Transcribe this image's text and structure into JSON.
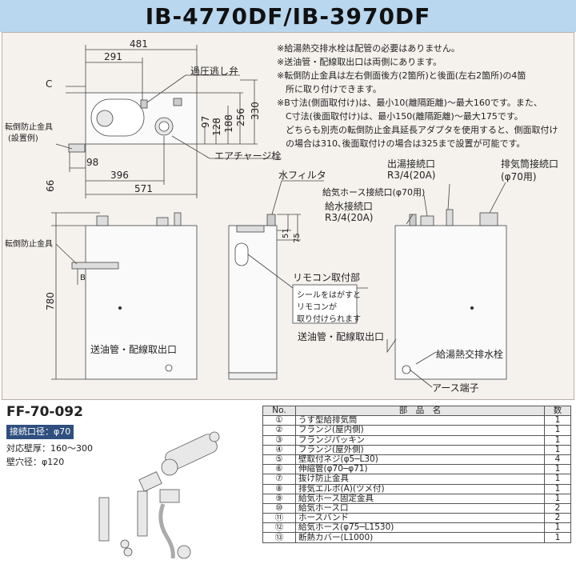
{
  "title": "IB-4770DF/IB-3970DF",
  "notes": [
    "※給湯熱交排水栓は配管の必要はありません。",
    "※送油管・配線取出口は両側にあります。",
    "※転倒防止金具は左右側面後方(2箇所)と後面(左右2箇所)の4箇",
    "　所に取り付けできます。",
    "※B寸法(側面取付け)は、最小10(離隔距離)～最大160です。また、",
    "　C寸法(後面取付け)は、最小150(離隔距離)～最大175です。",
    "　どちらも別売の転倒防止金具延長アダプタを使用すると、側面取付け",
    "　の場合は310､後面取付けの場合は325まで設置が可能です。"
  ],
  "top_view": {
    "dim_481": "481",
    "dim_291": "291",
    "dim_c": "C",
    "dim_98": "98",
    "dim_396": "396",
    "dim_571": "571",
    "dim_97": "97",
    "dim_128": "128",
    "dim_188": "188",
    "dim_256": "256",
    "dim_330": "330",
    "label_relief": "過圧逃し弁",
    "label_bracket": "転倒防止金具",
    "label_bracket_sub": "(設置例)",
    "label_air": "エアチャージ栓"
  },
  "front_view": {
    "dim_66": "66",
    "dim_780": "780",
    "dim_b": "B",
    "label_bracket": "転倒防止金具",
    "label_outlet": "送油管・配線取出口"
  },
  "side_view": {
    "label_filter": "水フィルタ",
    "dim_51": "51",
    "dim_75": "75",
    "label_remote": "リモコン取付部",
    "label_sticker_1": "シールをはがすと",
    "label_sticker_2": "リモコンが",
    "label_sticker_3": "取り付けられます"
  },
  "rear_view": {
    "label_hot_out": "出湯接続口",
    "label_hot_out_size": "R3/4(20A)",
    "label_exhaust": "排気筒接続口",
    "label_exhaust_size": "(φ70用)",
    "label_intake_hose": "給気ホース接続口(φ70用)",
    "label_water_in": "給水接続口",
    "label_water_in_size": "R3/4(20A)",
    "label_outlet": "送油管・配線取出口",
    "label_drain": "給湯熱交排水栓",
    "label_earth": "アース端子"
  },
  "ff": {
    "title": "FF-70-092",
    "spec_box": "接続口径：φ70",
    "spec_wall": "対応壁厚：160～300",
    "spec_hole": "壁穴径：φ120"
  },
  "parts_table": {
    "headers": [
      "No.",
      "部　品　名",
      "数"
    ],
    "rows": [
      [
        "①",
        "うす型給排気筒",
        "1"
      ],
      [
        "②",
        "フランジ(屋内側)",
        "1"
      ],
      [
        "③",
        "フランジパッキン",
        "1"
      ],
      [
        "④",
        "フランジ(屋外側)",
        "1"
      ],
      [
        "⑤",
        "壁取付ネジ(φ5─L30)",
        "4"
      ],
      [
        "⑥",
        "伸縮管(φ70─φ71)",
        "1"
      ],
      [
        "⑦",
        "抜け防止金具",
        "1"
      ],
      [
        "⑧",
        "排気エルボ(A)(ツメ付)",
        "1"
      ],
      [
        "⑨",
        "給気ホース固定金具",
        "1"
      ],
      [
        "⑩",
        "給気ホース口",
        "2"
      ],
      [
        "⑪",
        "ホースバンド",
        "2"
      ],
      [
        "⑫",
        "給気ホース(φ75─L1530)",
        "1"
      ],
      [
        "⑬",
        "断熱カバー(L1000)",
        "1"
      ]
    ]
  }
}
